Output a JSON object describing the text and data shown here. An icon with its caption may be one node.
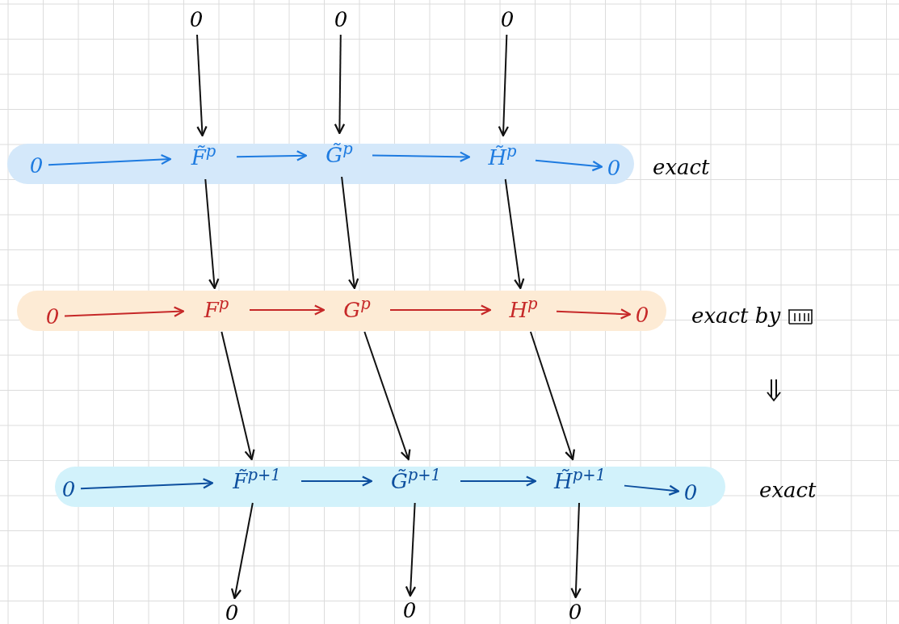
{
  "diagram": {
    "nodes": [
      {
        "text": [
          "0"
        ]
      },
      {
        "text": [
          "0"
        ]
      },
      {
        "text": [
          "0"
        ]
      },
      {
        "text": [],
        "shape": "band",
        "beside": [
          "exact"
        ]
      },
      {
        "text": [
          "0"
        ],
        "in": 3
      },
      {
        "text": [
          "F̃$^{p}$"
        ],
        "in": 3
      },
      {
        "text": [
          "G̃$^{p}$"
        ],
        "in": 3
      },
      {
        "text": [
          "H̃$^{p}$"
        ],
        "in": 3
      },
      {
        "text": [
          "0"
        ],
        "in": 3
      },
      {
        "text": [],
        "shape": "band",
        "beside": [
          "exact by"
        ]
      },
      {
        "text": [
          "0"
        ],
        "in": 9
      },
      {
        "text": [
          "F$^{p}$"
        ],
        "in": 9
      },
      {
        "text": [
          "G$^{p}$"
        ],
        "in": 9
      },
      {
        "text": [
          "H$^{p}$"
        ],
        "in": 9
      },
      {
        "text": [
          "0"
        ],
        "in": 9
      },
      {
        "text": [],
        "shape": "band",
        "beside": [
          "exact"
        ]
      },
      {
        "text": [
          "0"
        ],
        "in": 15
      },
      {
        "text": [
          "F̃$^{p+1}$"
        ],
        "in": 15
      },
      {
        "text": [
          "G̃$^{p+1}$"
        ],
        "in": 15
      },
      {
        "text": [
          "H̃$^{p+1}$"
        ],
        "in": 15
      },
      {
        "text": [
          "0"
        ],
        "in": 15
      },
      {
        "text": [
          "0"
        ]
      },
      {
        "text": [
          "0"
        ]
      },
      {
        "text": [
          "0"
        ]
      }
    ],
    "edges": [
      {
        "from": 0,
        "to": 5,
        "arrow": "to"
      },
      {
        "from": 1,
        "to": 6,
        "arrow": "to"
      },
      {
        "from": 2,
        "to": 7,
        "arrow": "to"
      },
      {
        "from": 4,
        "to": 5,
        "arrow": "to",
        "color": "#1e7be0"
      },
      {
        "from": 5,
        "to": 6,
        "arrow": "to",
        "color": "#1e7be0"
      },
      {
        "from": 6,
        "to": 7,
        "arrow": "to",
        "color": "#1e7be0"
      },
      {
        "from": 7,
        "to": 8,
        "arrow": "to",
        "color": "#1e7be0"
      },
      {
        "from": 5,
        "to": 11,
        "arrow": "to"
      },
      {
        "from": 6,
        "to": 12,
        "arrow": "to"
      },
      {
        "from": 7,
        "to": 13,
        "arrow": "to"
      },
      {
        "from": 10,
        "to": 11,
        "arrow": "to",
        "color": "#c62828"
      },
      {
        "from": 11,
        "to": 12,
        "arrow": "to",
        "color": "#c62828"
      },
      {
        "from": 12,
        "to": 13,
        "arrow": "to",
        "color": "#c62828"
      },
      {
        "from": 13,
        "to": 14,
        "arrow": "to",
        "color": "#c62828"
      },
      {
        "from": 11,
        "to": 17,
        "arrow": "to"
      },
      {
        "from": 12,
        "to": 18,
        "arrow": "to"
      },
      {
        "from": 13,
        "to": 19,
        "arrow": "to"
      },
      {
        "from": 16,
        "to": 17,
        "arrow": "to",
        "color": "#0d4f9e"
      },
      {
        "from": 17,
        "to": 18,
        "arrow": "to",
        "color": "#0d4f9e"
      },
      {
        "from": 18,
        "to": 19,
        "arrow": "to",
        "color": "#0d4f9e"
      },
      {
        "from": 19,
        "to": 20,
        "arrow": "to",
        "color": "#0d4f9e"
      },
      {
        "from": 17,
        "to": 21,
        "arrow": "to"
      },
      {
        "from": 18,
        "to": 22,
        "arrow": "to"
      },
      {
        "from": 19,
        "to": 23,
        "arrow": "to"
      }
    ]
  }
}
